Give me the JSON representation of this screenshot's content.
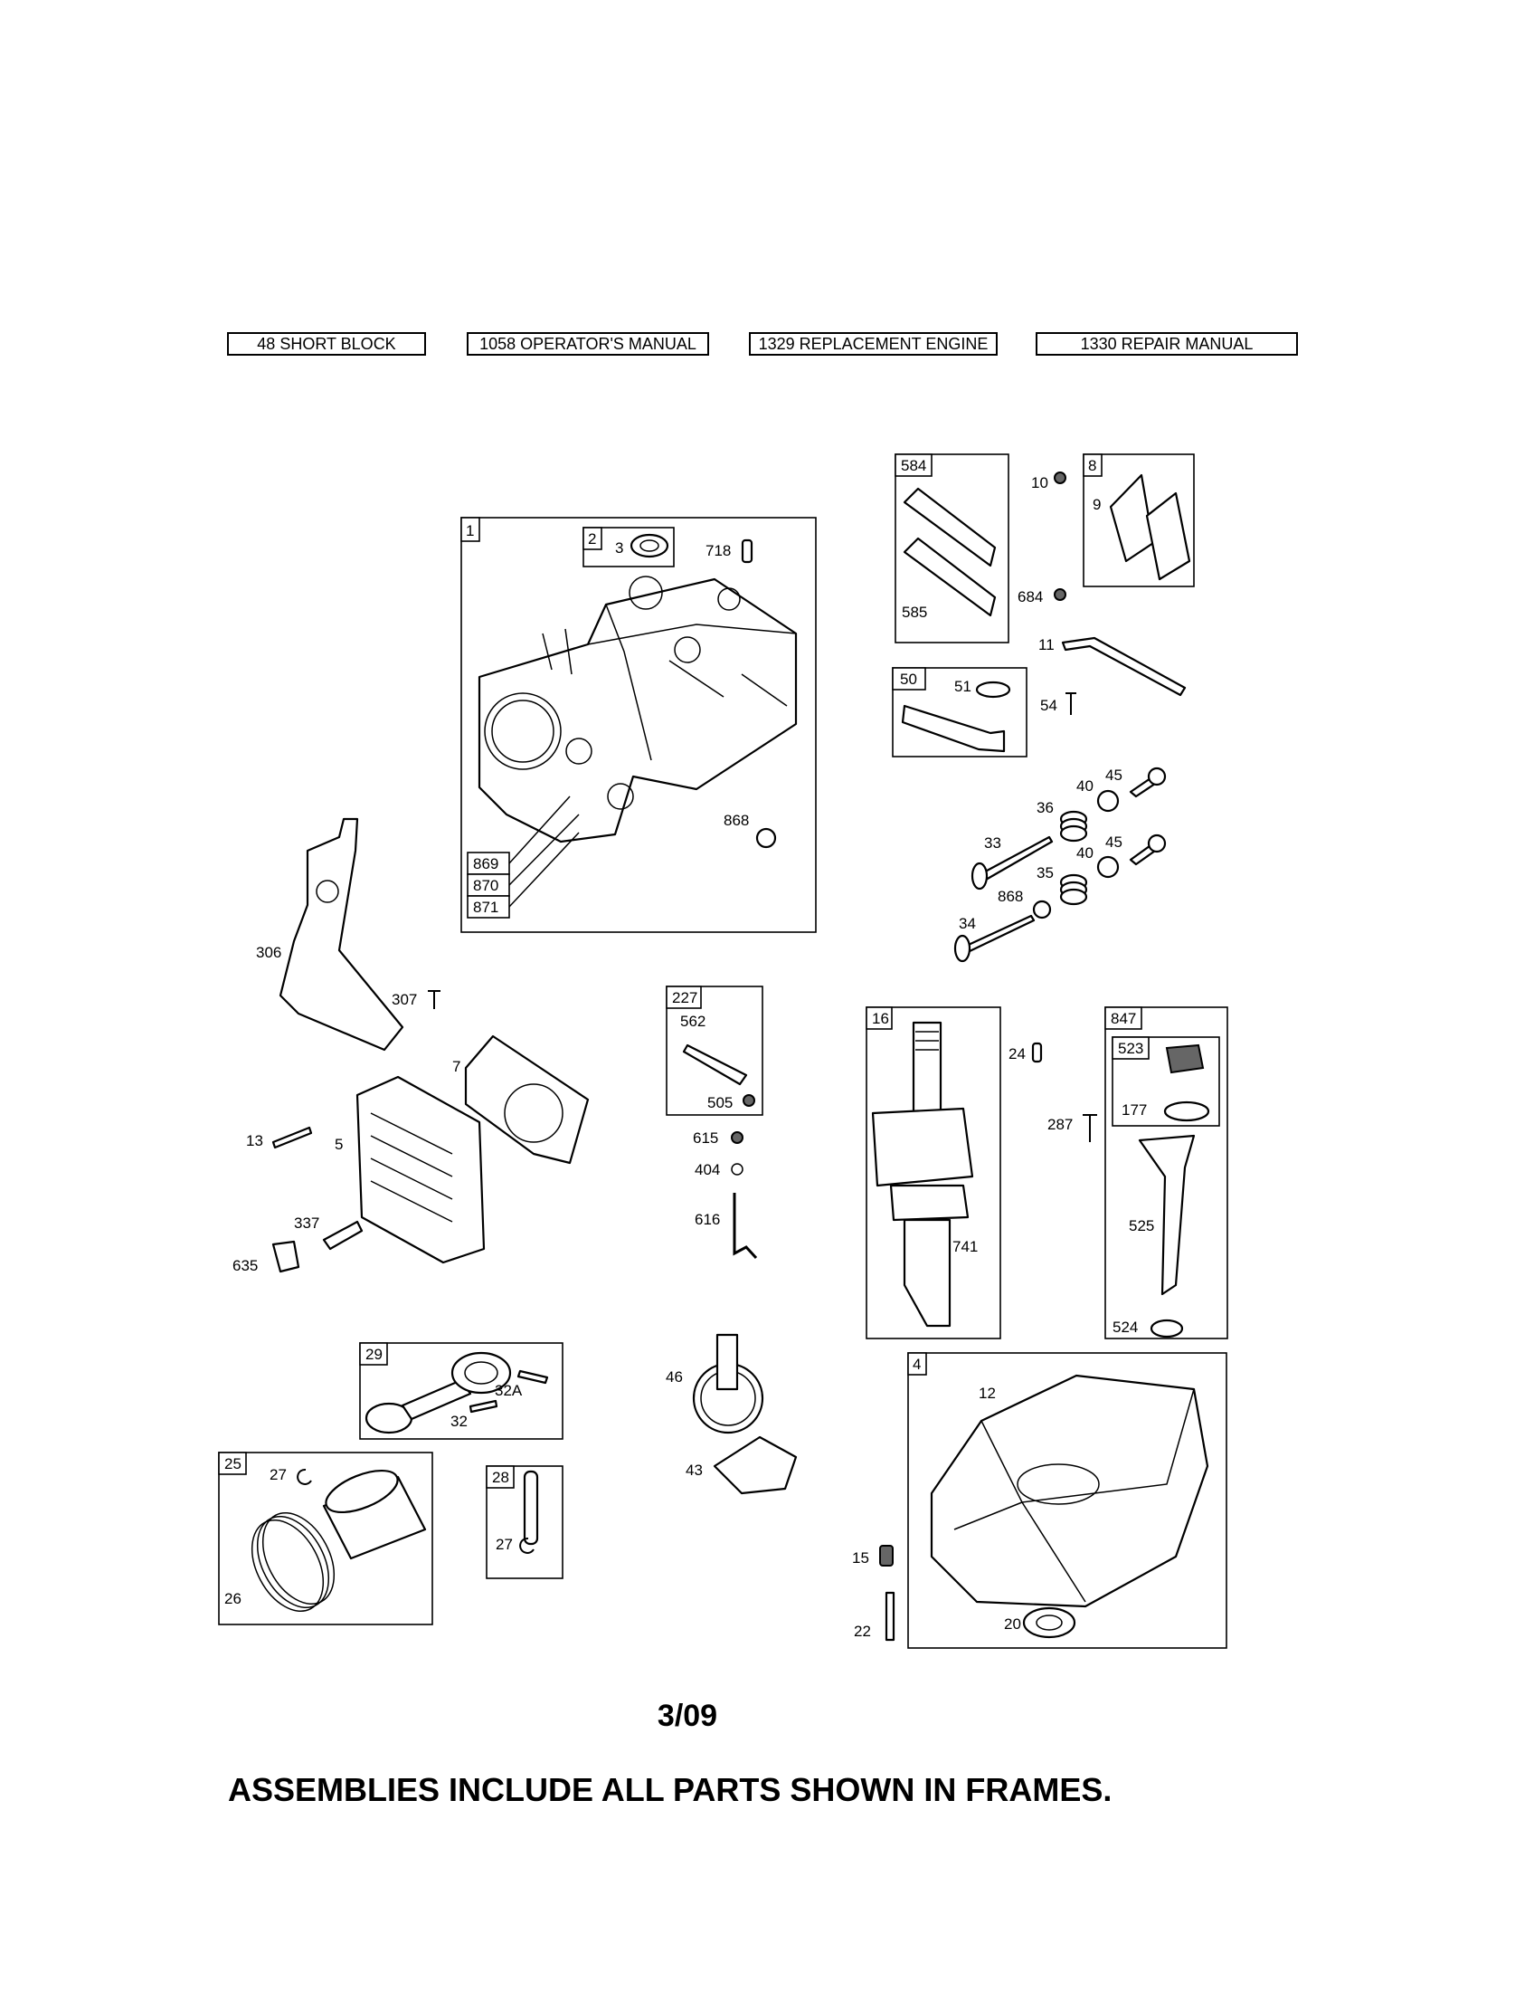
{
  "header_buttons": [
    {
      "label": "48 SHORT BLOCK"
    },
    {
      "label": "1058 OPERATOR'S MANUAL"
    },
    {
      "label": "1329 REPLACEMENT ENGINE"
    },
    {
      "label": "1330 REPAIR MANUAL"
    }
  ],
  "frames": {
    "f1": "1",
    "f2": "2",
    "f584": "584",
    "f8": "8",
    "f50": "50",
    "f227": "227",
    "f16": "16",
    "f847": "847",
    "f523": "523",
    "f29": "29",
    "f25": "25",
    "f28": "28",
    "f4": "4",
    "f869": "869",
    "f870": "870",
    "f871": "871"
  },
  "callouts": {
    "c3": "3",
    "c718": "718",
    "c868a": "868",
    "c585": "585",
    "c684": "684",
    "c10": "10",
    "c9": "9",
    "c11": "11",
    "c51": "51",
    "c54": "54",
    "c45a": "45",
    "c40a": "40",
    "c36": "36",
    "c33": "33",
    "c45b": "45",
    "c40b": "40",
    "c35": "35",
    "c868b": "868",
    "c34": "34",
    "c306": "306",
    "c307": "307",
    "c7": "7",
    "c13": "13",
    "c5": "5",
    "c337": "337",
    "c635": "635",
    "c562": "562",
    "c505": "505",
    "c615": "615",
    "c404": "404",
    "c616": "616",
    "c24": "24",
    "c741": "741",
    "c287": "287",
    "c177": "177",
    "c525": "525",
    "c524": "524",
    "c32a": "32A",
    "c32": "32",
    "c46": "46",
    "c43": "43",
    "c12": "12",
    "c15": "15",
    "c22": "22",
    "c20": "20",
    "c27a": "27",
    "c26": "26",
    "c27b": "27"
  },
  "date_code": "3/09",
  "footer_note": "ASSEMBLIES INCLUDE ALL PARTS SHOWN IN FRAMES."
}
